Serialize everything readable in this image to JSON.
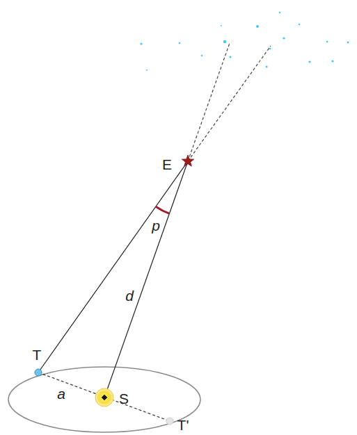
{
  "diagram": {
    "labels": [
      "E",
      "p",
      "d",
      "T",
      "a",
      "S",
      "T'"
    ]
  }
}
